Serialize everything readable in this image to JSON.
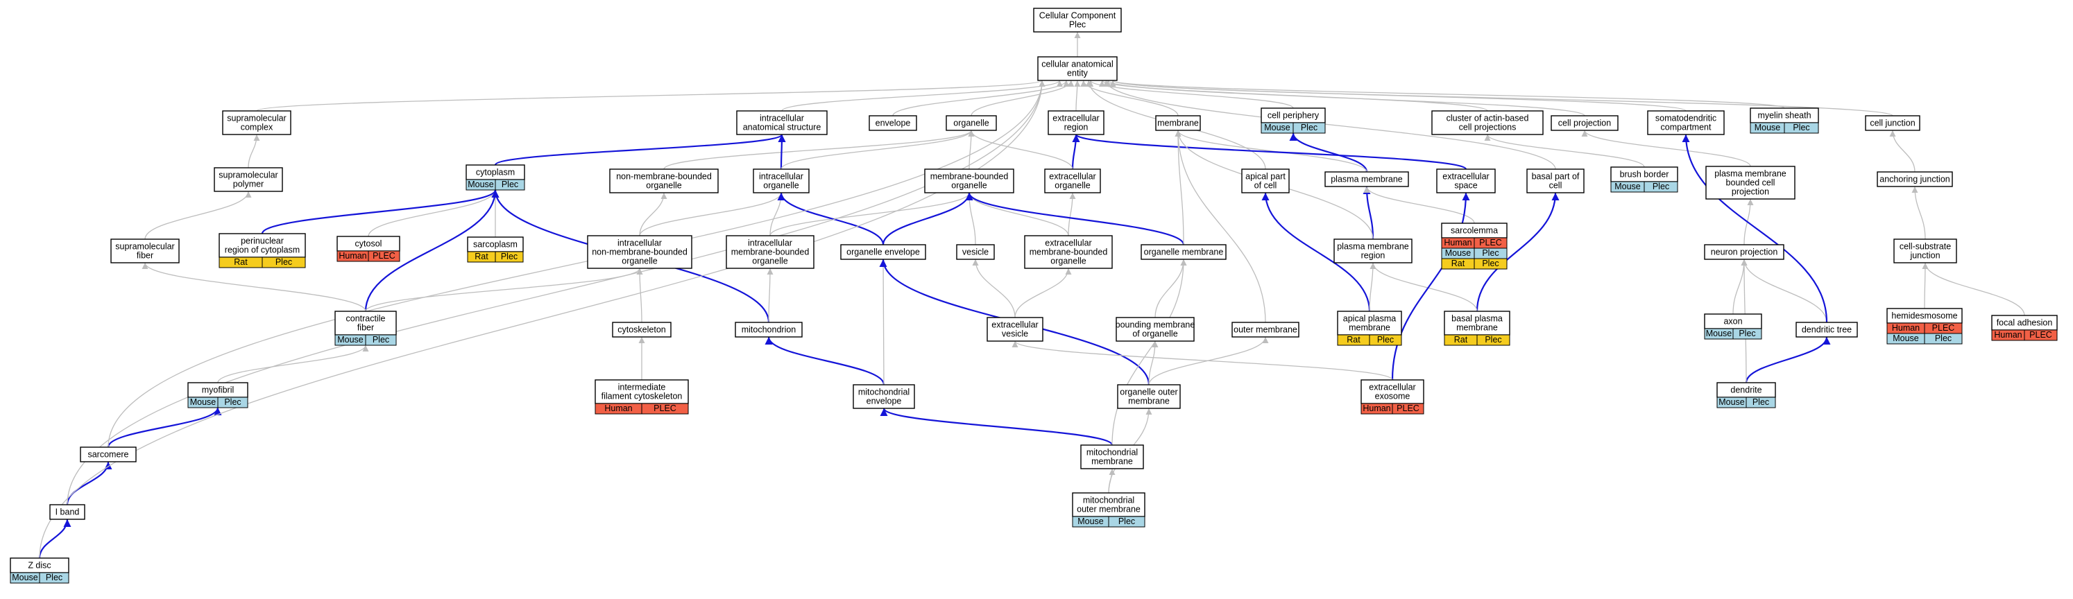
{
  "colors": {
    "Human": "#f26046",
    "Mouse": "#a9d6e5",
    "Rat": "#f5cc1e",
    "gray_edge": "#bdbdbd",
    "blue_edge": "#1414d8"
  },
  "nodes": [
    {
      "id": "cc",
      "lines": [
        "Cellular Component",
        "Plec"
      ]
    },
    {
      "id": "cae",
      "lines": [
        "cellular anatomical",
        "entity"
      ]
    },
    {
      "id": "supracomplex",
      "lines": [
        "supramolecular",
        "complex"
      ]
    },
    {
      "id": "supropolymer",
      "lines": [
        "supramolecular",
        "polymer"
      ]
    },
    {
      "id": "suprafiber",
      "lines": [
        "supramolecular",
        "fiber"
      ]
    },
    {
      "id": "intracell",
      "lines": [
        "intracellular",
        "anatomical structure"
      ]
    },
    {
      "id": "cytoplasm",
      "lines": [
        "cytoplasm"
      ],
      "tags": [
        {
          "o": "Mouse",
          "g": "Plec"
        }
      ]
    },
    {
      "id": "perinuc",
      "lines": [
        "perinuclear",
        "region of cytoplasm"
      ],
      "tags": [
        {
          "o": "Rat",
          "g": "Plec"
        }
      ]
    },
    {
      "id": "cytosol",
      "lines": [
        "cytosol"
      ],
      "tags": [
        {
          "o": "Human",
          "g": "PLEC"
        }
      ]
    },
    {
      "id": "sarcoplasm",
      "lines": [
        "sarcoplasm"
      ],
      "tags": [
        {
          "o": "Rat",
          "g": "Plec"
        }
      ]
    },
    {
      "id": "nmbo",
      "lines": [
        "non-membrane-bounded",
        "organelle"
      ]
    },
    {
      "id": "envelope",
      "lines": [
        "envelope"
      ]
    },
    {
      "id": "organelle",
      "lines": [
        "organelle"
      ]
    },
    {
      "id": "intorg",
      "lines": [
        "intracellular",
        "organelle"
      ]
    },
    {
      "id": "extreg",
      "lines": [
        "extracellular",
        "region"
      ]
    },
    {
      "id": "extorg",
      "lines": [
        "extracellular",
        "organelle"
      ]
    },
    {
      "id": "mbo",
      "lines": [
        "membrane-bounded",
        "organelle"
      ]
    },
    {
      "id": "membrane",
      "lines": [
        "membrane"
      ]
    },
    {
      "id": "cellper",
      "lines": [
        "cell periphery"
      ],
      "tags": [
        {
          "o": "Mouse",
          "g": "Plec"
        }
      ]
    },
    {
      "id": "apical",
      "lines": [
        "apical part",
        "of cell"
      ]
    },
    {
      "id": "plasmem",
      "lines": [
        "plasma membrane"
      ]
    },
    {
      "id": "actin",
      "lines": [
        "cluster of actin-based",
        "cell projections"
      ]
    },
    {
      "id": "extspace",
      "lines": [
        "extracellular",
        "space"
      ]
    },
    {
      "id": "cellproj",
      "lines": [
        "cell projection"
      ]
    },
    {
      "id": "basalpart",
      "lines": [
        "basal part of",
        "cell"
      ]
    },
    {
      "id": "somato",
      "lines": [
        "somatodendritic",
        "compartment"
      ]
    },
    {
      "id": "myelin",
      "lines": [
        "myelin sheath"
      ],
      "tags": [
        {
          "o": "Mouse",
          "g": "Plec"
        }
      ]
    },
    {
      "id": "celljunc",
      "lines": [
        "cell junction"
      ]
    },
    {
      "id": "brush",
      "lines": [
        "brush border"
      ],
      "tags": [
        {
          "o": "Mouse",
          "g": "Plec"
        }
      ]
    },
    {
      "id": "pmbcp",
      "lines": [
        "plasma membrane",
        "bounded cell",
        "projection"
      ]
    },
    {
      "id": "anchoring",
      "lines": [
        "anchoring junction"
      ]
    },
    {
      "id": "intnmbo",
      "lines": [
        "intracellular",
        "non-membrane-bounded",
        "organelle"
      ]
    },
    {
      "id": "intmbo",
      "lines": [
        "intracellular",
        "membrane-bounded",
        "organelle"
      ]
    },
    {
      "id": "orgenv",
      "lines": [
        "organelle envelope"
      ]
    },
    {
      "id": "vesicle",
      "lines": [
        "vesicle"
      ]
    },
    {
      "id": "extmbo",
      "lines": [
        "extracellular",
        "membrane-bounded",
        "organelle"
      ]
    },
    {
      "id": "orgmem",
      "lines": [
        "organelle membrane"
      ]
    },
    {
      "id": "pmregion",
      "lines": [
        "plasma membrane",
        "region"
      ]
    },
    {
      "id": "sarcolemma",
      "lines": [
        "sarcolemma"
      ],
      "tags": [
        {
          "o": "Human",
          "g": "PLEC"
        },
        {
          "o": "Mouse",
          "g": "Plec"
        },
        {
          "o": "Rat",
          "g": "Plec"
        }
      ]
    },
    {
      "id": "neuronproj",
      "lines": [
        "neuron projection"
      ]
    },
    {
      "id": "cellsub",
      "lines": [
        "cell-substrate",
        "junction"
      ]
    },
    {
      "id": "contractile",
      "lines": [
        "contractile",
        "fiber"
      ],
      "tags": [
        {
          "o": "Mouse",
          "g": "Plec"
        }
      ]
    },
    {
      "id": "cytoskel",
      "lines": [
        "cytoskeleton"
      ]
    },
    {
      "id": "mito",
      "lines": [
        "mitochondrion"
      ]
    },
    {
      "id": "extves",
      "lines": [
        "extracellular",
        "vesicle"
      ]
    },
    {
      "id": "bmo",
      "lines": [
        "bounding membrane",
        "of organelle"
      ]
    },
    {
      "id": "outermem",
      "lines": [
        "outer membrane"
      ]
    },
    {
      "id": "apicalpm",
      "lines": [
        "apical plasma",
        "membrane"
      ],
      "tags": [
        {
          "o": "Rat",
          "g": "Plec"
        }
      ]
    },
    {
      "id": "basalpm",
      "lines": [
        "basal plasma",
        "membrane"
      ],
      "tags": [
        {
          "o": "Rat",
          "g": "Plec"
        }
      ]
    },
    {
      "id": "axon",
      "lines": [
        "axon"
      ],
      "tags": [
        {
          "o": "Mouse",
          "g": "Plec"
        }
      ]
    },
    {
      "id": "dendtree",
      "lines": [
        "dendritic tree"
      ]
    },
    {
      "id": "hemides",
      "lines": [
        "hemidesmosome"
      ],
      "tags": [
        {
          "o": "Human",
          "g": "PLEC"
        },
        {
          "o": "Mouse",
          "g": "Plec"
        }
      ]
    },
    {
      "id": "focal",
      "lines": [
        "focal adhesion"
      ],
      "tags": [
        {
          "o": "Human",
          "g": "PLEC"
        }
      ]
    },
    {
      "id": "myofibril",
      "lines": [
        "myofibril"
      ],
      "tags": [
        {
          "o": "Mouse",
          "g": "Plec"
        }
      ]
    },
    {
      "id": "ifcyto",
      "lines": [
        "intermediate",
        "filament cytoskeleton"
      ],
      "tags": [
        {
          "o": "Human",
          "g": "PLEC"
        }
      ]
    },
    {
      "id": "mitoenv",
      "lines": [
        "mitochondrial",
        "envelope"
      ]
    },
    {
      "id": "omm",
      "lines": [
        "organelle outer",
        "membrane"
      ]
    },
    {
      "id": "extexo",
      "lines": [
        "extracellular",
        "exosome"
      ],
      "tags": [
        {
          "o": "Human",
          "g": "PLEC"
        }
      ]
    },
    {
      "id": "dendrite",
      "lines": [
        "dendrite"
      ],
      "tags": [
        {
          "o": "Mouse",
          "g": "Plec"
        }
      ]
    },
    {
      "id": "sarcomere",
      "lines": [
        "sarcomere"
      ]
    },
    {
      "id": "mitomem",
      "lines": [
        "mitochondrial",
        "membrane"
      ]
    },
    {
      "id": "iband",
      "lines": [
        "I band"
      ]
    },
    {
      "id": "mitoout",
      "lines": [
        "mitochondrial",
        "outer membrane"
      ],
      "tags": [
        {
          "o": "Mouse",
          "g": "Plec"
        }
      ]
    },
    {
      "id": "zdisc",
      "lines": [
        "Z disc"
      ],
      "tags": [
        {
          "o": "Mouse",
          "g": "Plec"
        }
      ]
    }
  ],
  "edges": [
    {
      "from": "cae",
      "to": "cc",
      "type": "gray"
    },
    {
      "from": "supracomplex",
      "to": "cae",
      "type": "gray"
    },
    {
      "from": "supropolymer",
      "to": "supracomplex",
      "type": "gray"
    },
    {
      "from": "suprafiber",
      "to": "supropolymer",
      "type": "gray"
    },
    {
      "from": "intracell",
      "to": "cae",
      "type": "gray"
    },
    {
      "from": "cytoplasm",
      "to": "intracell",
      "type": "blue"
    },
    {
      "from": "perinuc",
      "to": "cytoplasm",
      "type": "blue"
    },
    {
      "from": "cytosol",
      "to": "cytoplasm",
      "type": "gray"
    },
    {
      "from": "sarcoplasm",
      "to": "cytoplasm",
      "type": "gray"
    },
    {
      "from": "nmbo",
      "to": "organelle",
      "type": "gray"
    },
    {
      "from": "envelope",
      "to": "cae",
      "type": "gray"
    },
    {
      "from": "organelle",
      "to": "cae",
      "type": "gray"
    },
    {
      "from": "intorg",
      "to": "intracell",
      "type": "blue"
    },
    {
      "from": "intorg",
      "to": "organelle",
      "type": "gray"
    },
    {
      "from": "extreg",
      "to": "cae",
      "type": "gray"
    },
    {
      "from": "extorg",
      "to": "extreg",
      "type": "blue"
    },
    {
      "from": "extorg",
      "to": "organelle",
      "type": "gray"
    },
    {
      "from": "mbo",
      "to": "organelle",
      "type": "gray"
    },
    {
      "from": "membrane",
      "to": "cae",
      "type": "gray"
    },
    {
      "from": "cellper",
      "to": "cae",
      "type": "gray"
    },
    {
      "from": "apical",
      "to": "cae",
      "type": "gray"
    },
    {
      "from": "plasmem",
      "to": "cellper",
      "type": "blue"
    },
    {
      "from": "plasmem",
      "to": "membrane",
      "type": "gray"
    },
    {
      "from": "actin",
      "to": "cae",
      "type": "gray"
    },
    {
      "from": "extspace",
      "to": "extreg",
      "type": "blue"
    },
    {
      "from": "cellproj",
      "to": "cae",
      "type": "gray"
    },
    {
      "from": "basalpart",
      "to": "cae",
      "type": "gray"
    },
    {
      "from": "somato",
      "to": "cae",
      "type": "gray"
    },
    {
      "from": "myelin",
      "to": "cae",
      "type": "gray"
    },
    {
      "from": "celljunc",
      "to": "cae",
      "type": "gray"
    },
    {
      "from": "brush",
      "to": "actin",
      "type": "gray"
    },
    {
      "from": "pmbcp",
      "to": "cellproj",
      "type": "gray"
    },
    {
      "from": "anchoring",
      "to": "celljunc",
      "type": "gray"
    },
    {
      "from": "intnmbo",
      "to": "nmbo",
      "type": "gray"
    },
    {
      "from": "intnmbo",
      "to": "intorg",
      "type": "gray"
    },
    {
      "from": "intmbo",
      "to": "intorg",
      "type": "gray"
    },
    {
      "from": "intmbo",
      "to": "mbo",
      "type": "gray"
    },
    {
      "from": "orgenv",
      "to": "intorg",
      "type": "blue"
    },
    {
      "from": "orgenv",
      "to": "mbo",
      "type": "blue"
    },
    {
      "from": "vesicle",
      "to": "mbo",
      "type": "gray"
    },
    {
      "from": "extmbo",
      "to": "mbo",
      "type": "gray"
    },
    {
      "from": "extmbo",
      "to": "extorg",
      "type": "gray"
    },
    {
      "from": "orgmem",
      "to": "mbo",
      "type": "blue"
    },
    {
      "from": "orgmem",
      "to": "membrane",
      "type": "gray"
    },
    {
      "from": "pmregion",
      "to": "plasmem",
      "type": "blue"
    },
    {
      "from": "pmregion",
      "to": "membrane",
      "type": "gray"
    },
    {
      "from": "sarcolemma",
      "to": "plasmem",
      "type": "gray"
    },
    {
      "from": "neuronproj",
      "to": "pmbcp",
      "type": "gray"
    },
    {
      "from": "cellsub",
      "to": "anchoring",
      "type": "gray"
    },
    {
      "from": "contractile",
      "to": "cytoplasm",
      "type": "blue"
    },
    {
      "from": "contractile",
      "to": "intnmbo",
      "type": "gray"
    },
    {
      "from": "contractile",
      "to": "suprafiber",
      "type": "gray"
    },
    {
      "from": "cytoskel",
      "to": "intnmbo",
      "type": "gray"
    },
    {
      "from": "mito",
      "to": "cytoplasm",
      "type": "blue"
    },
    {
      "from": "mito",
      "to": "intmbo",
      "type": "gray"
    },
    {
      "from": "extves",
      "to": "vesicle",
      "type": "gray"
    },
    {
      "from": "extves",
      "to": "extmbo",
      "type": "gray"
    },
    {
      "from": "bmo",
      "to": "orgmem",
      "type": "gray"
    },
    {
      "from": "outermem",
      "to": "membrane",
      "type": "gray"
    },
    {
      "from": "apicalpm",
      "to": "apical",
      "type": "blue"
    },
    {
      "from": "apicalpm",
      "to": "pmregion",
      "type": "gray"
    },
    {
      "from": "basalpm",
      "to": "basalpart",
      "type": "blue"
    },
    {
      "from": "basalpm",
      "to": "pmregion",
      "type": "gray"
    },
    {
      "from": "axon",
      "to": "neuronproj",
      "type": "gray"
    },
    {
      "from": "dendtree",
      "to": "neuronproj",
      "type": "gray"
    },
    {
      "from": "dendtree",
      "to": "somato",
      "type": "blue"
    },
    {
      "from": "hemides",
      "to": "cellsub",
      "type": "gray"
    },
    {
      "from": "focal",
      "to": "cellsub",
      "type": "gray"
    },
    {
      "from": "myofibril",
      "to": "contractile",
      "type": "gray"
    },
    {
      "from": "ifcyto",
      "to": "cytoskel",
      "type": "gray"
    },
    {
      "from": "mitoenv",
      "to": "mito",
      "type": "blue"
    },
    {
      "from": "mitoenv",
      "to": "orgenv",
      "type": "gray"
    },
    {
      "from": "omm",
      "to": "orgenv",
      "type": "blue"
    },
    {
      "from": "omm",
      "to": "outermem",
      "type": "gray"
    },
    {
      "from": "omm",
      "to": "bmo",
      "type": "gray"
    },
    {
      "from": "extexo",
      "to": "extspace",
      "type": "blue"
    },
    {
      "from": "extexo",
      "to": "extves",
      "type": "gray"
    },
    {
      "from": "dendrite",
      "to": "dendtree",
      "type": "blue"
    },
    {
      "from": "dendrite",
      "to": "neuronproj",
      "type": "gray"
    },
    {
      "from": "sarcomere",
      "to": "myofibril",
      "type": "blue"
    },
    {
      "from": "sarcomere",
      "to": "cae",
      "type": "gray"
    },
    {
      "from": "mitomem",
      "to": "mitoenv",
      "type": "blue"
    },
    {
      "from": "mitomem",
      "to": "orgmem",
      "type": "gray"
    },
    {
      "from": "iband",
      "to": "sarcomere",
      "type": "blue"
    },
    {
      "from": "iband",
      "to": "cae",
      "type": "gray"
    },
    {
      "from": "mitoout",
      "to": "mitomem",
      "type": "gray"
    },
    {
      "from": "mitoout",
      "to": "omm",
      "type": "gray"
    },
    {
      "from": "zdisc",
      "to": "iband",
      "type": "blue"
    },
    {
      "from": "zdisc",
      "to": "cae",
      "type": "gray"
    }
  ]
}
